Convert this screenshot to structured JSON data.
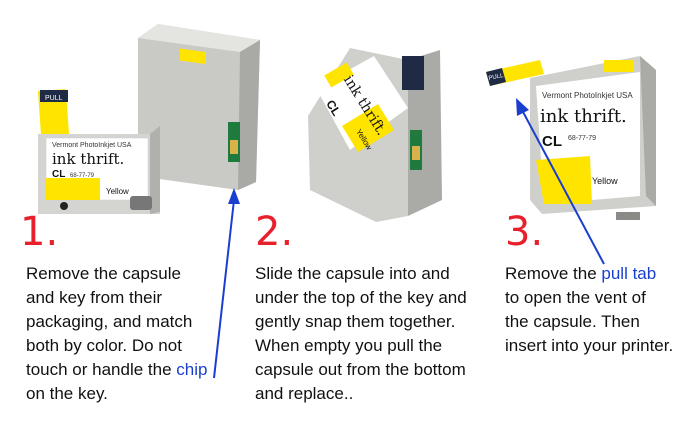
{
  "colors": {
    "step_number": "#e8202c",
    "highlight": "#1a3fcf",
    "label_yellow": "#ffe400"
  },
  "label": {
    "brand_top": "Vermont PhotoInkjet USA",
    "brand": "ink thrift.",
    "code": "CL",
    "model": "68-77-79",
    "color_name": "Yellow",
    "pull": "PULL"
  },
  "steps": [
    {
      "number": "1.",
      "lines": [
        "Remove the capsule",
        "and key from their",
        "packaging, and match",
        "both by color. Do not"
      ],
      "last_pre": "touch or handle the ",
      "highlight": "chip",
      "tail": "on the key."
    },
    {
      "number": "2.",
      "lines": [
        "Slide the capsule into and",
        "under the top of the key and",
        "gently snap them together.",
        "When empty you pull the",
        "capsule out from the bottom",
        "and replace.."
      ]
    },
    {
      "number": "3.",
      "pre": "Remove the ",
      "highlight": "pull tab",
      "lines": [
        "to open the vent of",
        "the capsule. Then",
        "insert into your printer."
      ]
    }
  ]
}
